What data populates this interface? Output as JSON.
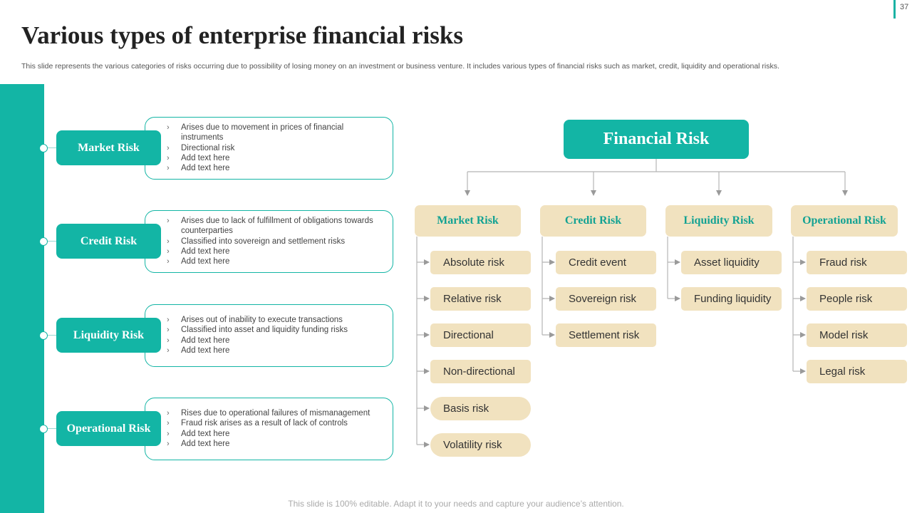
{
  "page_number": "37",
  "title": "Various types of enterprise financial risks",
  "subtitle": "This slide represents the various categories of risks occurring due to possibility of losing money on an investment or business venture. It includes various types of financial risks such as market, credit, liquidity and operational risks.",
  "footer": "This slide is 100% editable. Adapt it to your needs and capture your audience’s attention.",
  "left_rows": [
    {
      "label": "Market Risk",
      "bullets": [
        "Arises due to movement in prices of financial instruments",
        "Directional risk",
        "Add text here",
        "Add text here"
      ]
    },
    {
      "label": "Credit Risk",
      "bullets": [
        "Arises due to lack of fulfillment of obligations towards counterparties",
        "Classified into sovereign and settlement risks",
        "Add text here",
        "Add text here"
      ]
    },
    {
      "label": "Liquidity Risk",
      "bullets": [
        "Arises out of inability to execute transactions",
        "Classified into asset and liquidity funding risks",
        "Add text here",
        "Add text here"
      ]
    },
    {
      "label": "Operational Risk",
      "bullets": [
        "Rises due to operational failures of mismanagement",
        "Fraud risk arises as a result of lack of controls",
        "Add text here",
        "Add text here"
      ]
    }
  ],
  "tree": {
    "root": "Financial Risk",
    "categories": [
      {
        "label": "Market Risk",
        "items": [
          "Absolute risk",
          "Relative risk",
          "Directional",
          "Non-directional",
          "Basis risk",
          "Volatility  risk"
        ]
      },
      {
        "label": "Credit Risk",
        "items": [
          "Credit event",
          "Sovereign risk",
          "Settlement risk"
        ]
      },
      {
        "label": "Liquidity Risk",
        "items": [
          "Asset liquidity",
          "Funding liquidity"
        ]
      },
      {
        "label": "Operational Risk",
        "items": [
          "Fraud risk",
          "People risk",
          "Model risk",
          "Legal risk"
        ]
      }
    ]
  },
  "colors": {
    "teal": "#13b5a5",
    "beige": "#f1e2bf",
    "teal_text": "#13a293"
  }
}
